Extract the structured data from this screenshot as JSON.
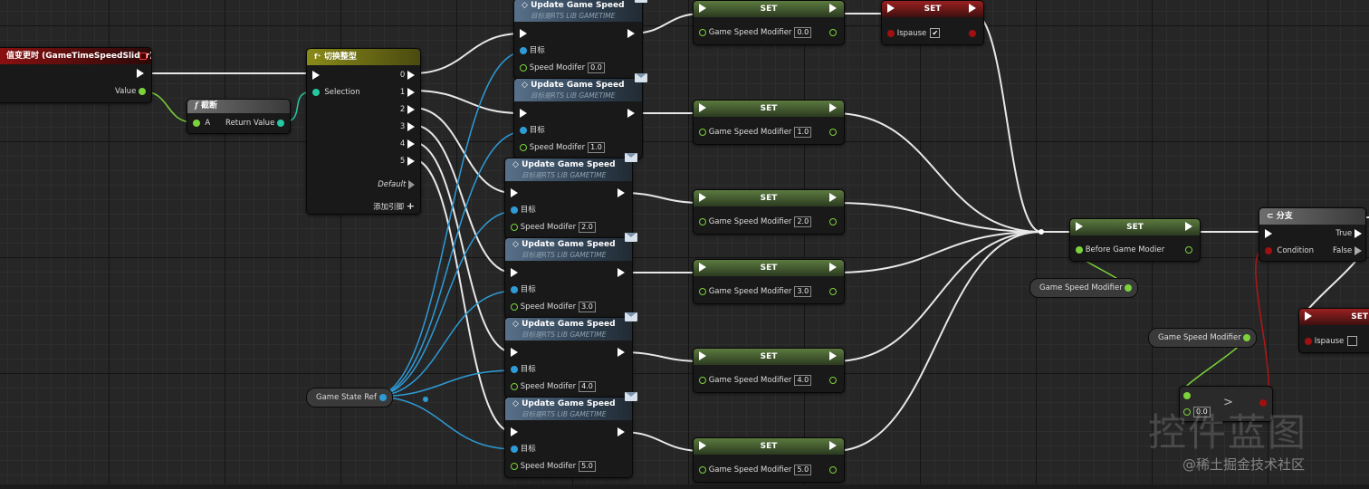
{
  "event": {
    "title": "值变更时 (GameTimeSpeedSlider)",
    "value_label": "Value"
  },
  "truncate": {
    "title": "截断",
    "in_label": "A",
    "out_label": "Return Value"
  },
  "switch": {
    "title": "切换整型",
    "selection_label": "Selection",
    "outputs": [
      "0",
      "1",
      "2",
      "3",
      "4",
      "5"
    ],
    "default_label": "Default",
    "add_pin_label": "添加引脚"
  },
  "update_nodes": [
    {
      "title": "Update Game Speed",
      "subtitle": "目标是RTS LIB GAMETIME",
      "target_label": "目标",
      "speed_label": "Speed Modifer",
      "speed_value": "0.0"
    },
    {
      "title": "Update Game Speed",
      "subtitle": "目标是RTS LIB GAMETIME",
      "target_label": "目标",
      "speed_label": "Speed Modifer",
      "speed_value": "1.0"
    },
    {
      "title": "Update Game Speed",
      "subtitle": "目标是RTS LIB GAMETIME",
      "target_label": "目标",
      "speed_label": "Speed Modifer",
      "speed_value": "2.0"
    },
    {
      "title": "Update Game Speed",
      "subtitle": "目标是RTS LIB GAMETIME",
      "target_label": "目标",
      "speed_label": "Speed Modifer",
      "speed_value": "3.0"
    },
    {
      "title": "Update Game Speed",
      "subtitle": "目标是RTS LIB GAMETIME",
      "target_label": "目标",
      "speed_label": "Speed Modifer",
      "speed_value": "4.0"
    },
    {
      "title": "Update Game Speed",
      "subtitle": "目标是RTS LIB GAMETIME",
      "target_label": "目标",
      "speed_label": "Speed Modifer",
      "speed_value": "5.0"
    }
  ],
  "set_nodes": [
    {
      "title": "SET",
      "label": "Game Speed Modifier",
      "value": "0.0"
    },
    {
      "title": "SET",
      "label": "Game Speed Modifier",
      "value": "1.0"
    },
    {
      "title": "SET",
      "label": "Game Speed Modifier",
      "value": "2.0"
    },
    {
      "title": "SET",
      "label": "Game Speed Modifier",
      "value": "3.0"
    },
    {
      "title": "SET",
      "label": "Game Speed Modifier",
      "value": "4.0"
    },
    {
      "title": "SET",
      "label": "Game Speed Modifier",
      "value": "5.0"
    }
  ],
  "set_ispause_top": {
    "title": "SET",
    "label": "Ispause",
    "checked_mark": "✔"
  },
  "set_before": {
    "title": "SET",
    "label": "Before Game Modier"
  },
  "var_game_speed_modifier": {
    "label": "Game Speed Modifier"
  },
  "var_game_speed_modifier_2": {
    "label": "Game Speed Modifier"
  },
  "var_game_state_ref": {
    "label": "Game State Ref"
  },
  "branch": {
    "title": "分支",
    "condition_label": "Condition",
    "true_label": "True",
    "false_label": "False"
  },
  "set_ispause_right": {
    "title": "SET",
    "label": "Ispause"
  },
  "compare": {
    "op": ">",
    "value": "0.0"
  },
  "watermark": {
    "main": "控件蓝图",
    "sub": "@稀土掘金技术社区"
  },
  "colors": {
    "exec": "#ffffff",
    "float": "#7bd23a",
    "object": "#2e9bd6",
    "bool": "#a01010",
    "header_blue": "#58718a",
    "header_green": "#5c7a3f",
    "header_red": "#9a2020"
  }
}
